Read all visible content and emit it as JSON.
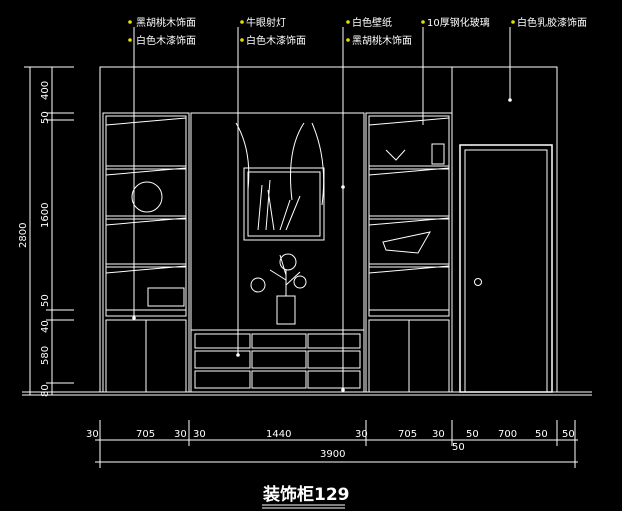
{
  "title": "装饰柜129",
  "callouts": [
    {
      "line1": "黑胡桃木饰面",
      "line2": "白色木漆饰面"
    },
    {
      "line1": "牛眼射灯",
      "line2": "白色木漆饰面"
    },
    {
      "line1": "白色壁纸",
      "line2": "黑胡桃木饰面"
    },
    {
      "line1": "10厚钢化玻璃",
      "line2": ""
    },
    {
      "line1": "白色乳胶漆饰面",
      "line2": ""
    }
  ],
  "vertical_dims": [
    "400",
    "50",
    "1600",
    "50",
    "40",
    "580",
    "80"
  ],
  "total_height": "2800",
  "horizontal_dims": [
    "30",
    "705",
    "30",
    "30",
    "1440",
    "30",
    "705",
    "30",
    "50",
    "700",
    "50",
    "50"
  ],
  "total_width": "3900",
  "door_extra": "50",
  "colors": {
    "line": "#ffffff",
    "leader": "#e8e000",
    "background": "#000000"
  }
}
